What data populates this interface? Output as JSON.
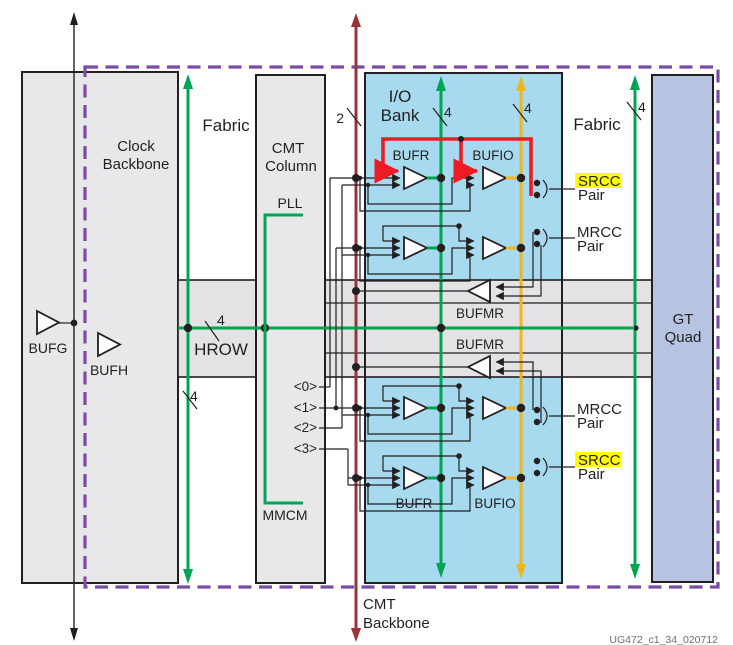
{
  "diagram": {
    "footer": "UG472_c1_34_020712",
    "labels": {
      "clock_backbone_1": "Clock",
      "clock_backbone_2": "Backbone",
      "fabric_left": "Fabric",
      "fabric_right": "Fabric",
      "cmt_column_1": "CMT",
      "cmt_column_2": "Column",
      "io_bank_1": "I/O",
      "io_bank_2": "Bank",
      "gt_quad_1": "GT",
      "gt_quad_2": "Quad",
      "hrow": "HROW",
      "pll": "PLL",
      "mmcm": "MMCM",
      "bufg": "BUFG",
      "bufh": "BUFH",
      "bufr_top": "BUFR",
      "bufio_top": "BUFIO",
      "bufr_bottom": "BUFR",
      "bufio_bottom": "BUFIO",
      "bufmr_top": "BUFMR",
      "bufmr_bottom": "BUFMR",
      "srcc_top": "SRCC",
      "srcc_top_pair": "Pair",
      "mrcc_top": "MRCC",
      "mrcc_top_pair": "Pair",
      "mrcc_bottom": "MRCC",
      "mrcc_bottom_pair": "Pair",
      "srcc_bottom": "SRCC",
      "srcc_bottom_pair": "Pair",
      "cmt_backbone_1": "CMT",
      "cmt_backbone_2": "Backbone",
      "idx0": "<0>",
      "idx1": "<1>",
      "idx2": "<2>",
      "idx3": "<3>",
      "bus_width_cmt": "2",
      "bus_width_io": "4",
      "bus_width_byte": "4",
      "bus_width_fabric_right": "4",
      "bus_width_hrow": "4",
      "bus_width_fabric_left": "4"
    },
    "colors": {
      "regional_clock_green": "#00a551",
      "cmt_backbone_maroon": "#9a3339",
      "io_clock_amber": "#f1b51c",
      "highlight_path_red": "#ed1c24",
      "boundary_purple": "#7b4ba6",
      "srcc_highlight_yellow": "#ffff00",
      "io_bank_blue": "#a7d9ef",
      "gt_quad_blue": "#b6c4e2",
      "block_gray": "#e8e8ea"
    }
  }
}
